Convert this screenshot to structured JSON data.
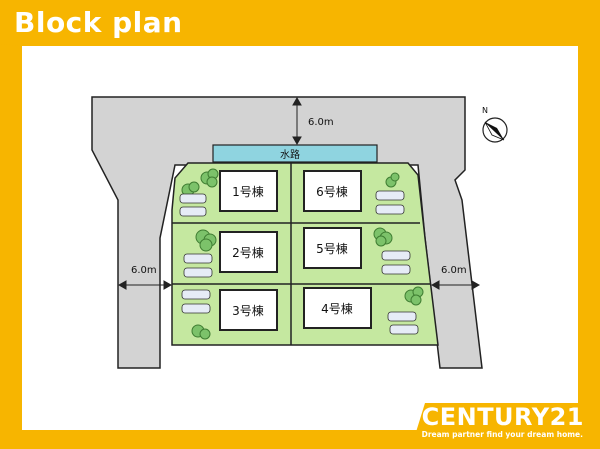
{
  "header": {
    "title": "Block plan"
  },
  "plan": {
    "road_north_width": "6.0m",
    "road_west_width": "6.0m",
    "road_east_width": "6.0m",
    "waterway_label": "水路",
    "north_marker": "N",
    "lots": [
      {
        "label": "1号棟"
      },
      {
        "label": "6号棟"
      },
      {
        "label": "2号棟"
      },
      {
        "label": "5号棟"
      },
      {
        "label": "3号棟"
      },
      {
        "label": "4号棟"
      }
    ]
  },
  "brand": {
    "name": "CENTURY21",
    "tagline": "Dream partner find your dream home."
  },
  "colors": {
    "frame": "#f7b500",
    "road": "#d3d3d3",
    "lot_green": "#c5e8a0",
    "waterway": "#8fd4e0",
    "tree": "#7cc26a",
    "car": "#b8c8e0"
  }
}
